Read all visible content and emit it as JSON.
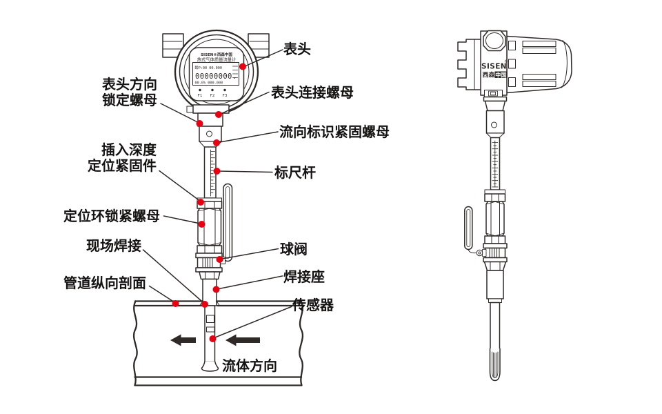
{
  "colors": {
    "line_ink": "#2f2a28",
    "callout_dot_red": "#e60012",
    "label_text": "#151312"
  },
  "labels": {
    "meter_head": "表头",
    "head_connect_nut": "表头连接螺母",
    "head_dir_line1": "表头方向",
    "head_dir_line2": "锁定螺母",
    "flow_mark_nut": "流向标识紧固螺母",
    "ruler_rod": "标尺杆",
    "insert_depth_line1": "插入深度",
    "insert_depth_line2": "定位紧固件",
    "ring_lock_nut": "定位环锁紧螺母",
    "field_weld": "现场焊接",
    "ball_valve": "球阀",
    "pipe_section": "管道纵向剖面",
    "weld_seat": "焊接座",
    "sensor": "传感器",
    "flow_direction": "流体方向"
  },
  "meter_face": {
    "brand_line": "SISEN®西森中国",
    "product_line": "热式气体质量流量计",
    "lcd_line1": "瞬P:00 00.000",
    "lcd_line2": "00000000.",
    "lcd_line3": "00.0% 000.000",
    "keys": [
      "F1",
      "F2",
      "F3"
    ]
  },
  "side_brand": {
    "name": "SISEN",
    "reg": "®",
    "cn_plain": "西森",
    "cn_boxed": "中国"
  }
}
